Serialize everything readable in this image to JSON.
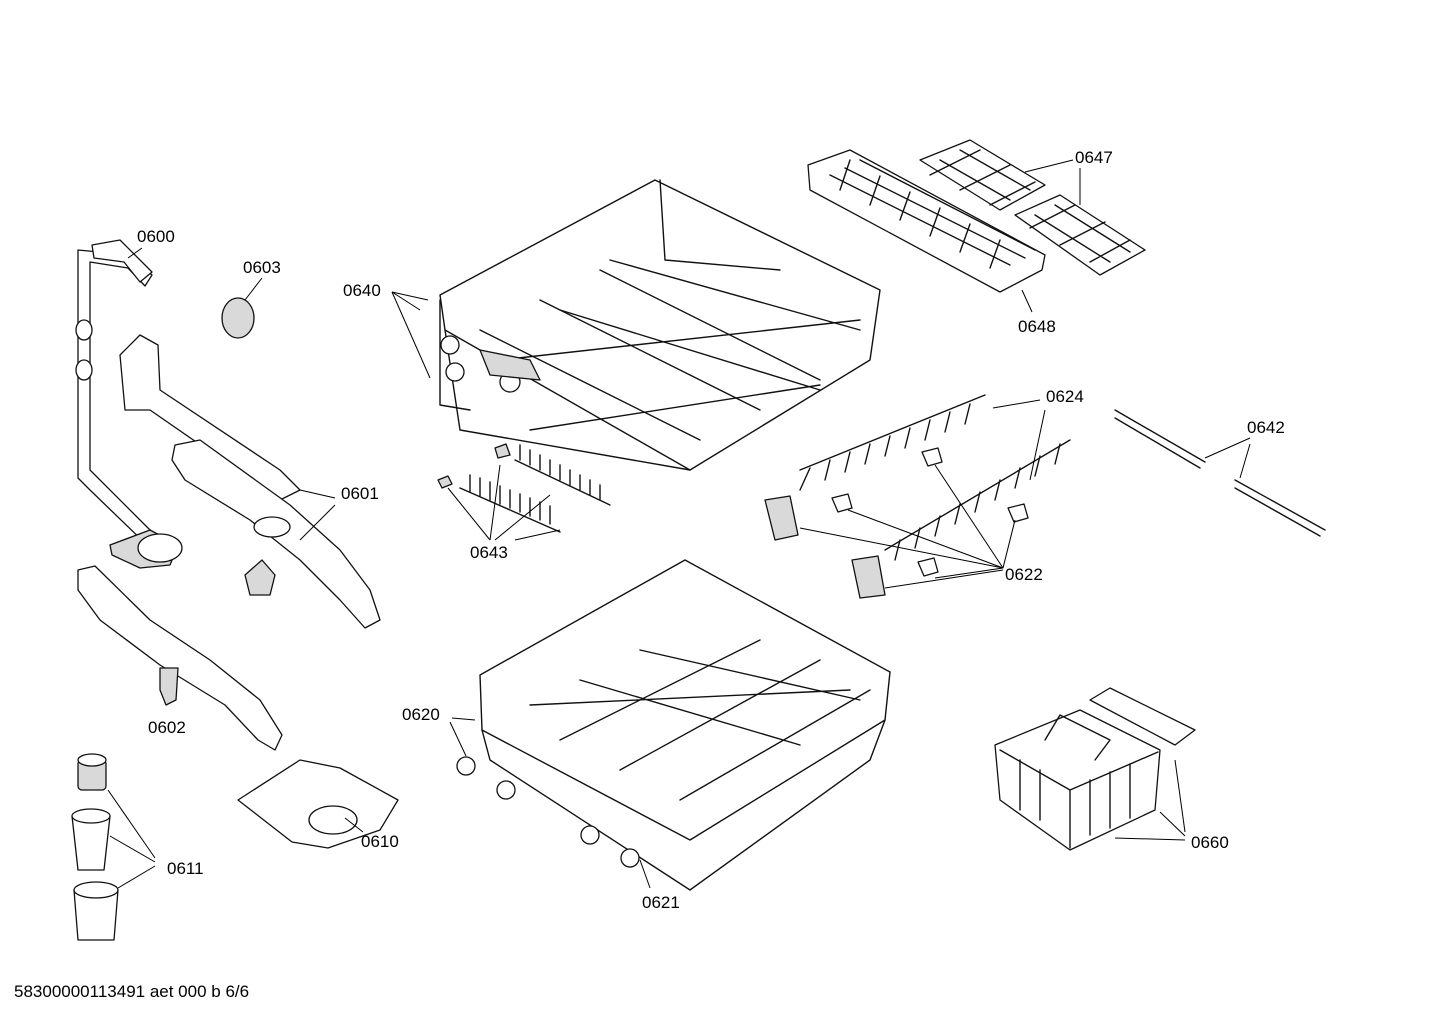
{
  "labels": {
    "p0600": "0600",
    "p0601": "0601",
    "p0602": "0602",
    "p0603": "0603",
    "p0610": "0610",
    "p0611": "0611",
    "p0620": "0620",
    "p0621": "0621",
    "p0622": "0622",
    "p0624": "0624",
    "p0640": "0640",
    "p0642": "0642",
    "p0643": "0643",
    "p0647": "0647",
    "p0648": "0648",
    "p0660": "0660"
  },
  "footer": "58300000113491 aet 000 b 6/6"
}
